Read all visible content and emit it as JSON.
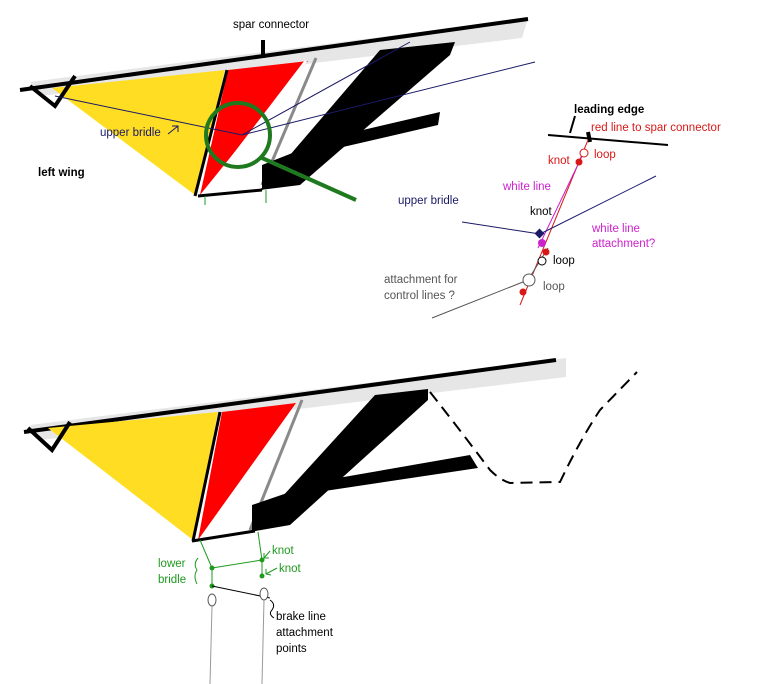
{
  "colors": {
    "yellow": "#ffdd22",
    "red": "#ff0000",
    "black": "#000000",
    "spar_grey": "#e6e6e6",
    "rod_grey": "#8a8a8a",
    "magnifier_green": "#1f7a1f",
    "label_red": "#d81818",
    "label_magenta": "#cc22cc",
    "label_navy": "#1a1a66",
    "label_grey": "#555555",
    "label_green": "#1f9a1f"
  },
  "top_view": {
    "spar_connector": "spar connector",
    "upper_bridle": "upper bridle",
    "left_wing": "left wing"
  },
  "detail": {
    "leading_edge": "leading edge",
    "red_line_to_spar_connector": "red line to spar connector",
    "knot_red": "knot",
    "loop_red": "loop",
    "white_line": "white line",
    "upper_bridle": "upper bridle",
    "knot_black": "knot",
    "white_line_attachment_1": "white line",
    "white_line_attachment_2": "attachment?",
    "loop_black": "loop",
    "attachment_control_1": "attachment for",
    "attachment_control_2": "control lines ?",
    "loop_grey": "loop"
  },
  "bottom_view": {
    "lower_bridle_1": "lower",
    "lower_bridle_2": "bridle",
    "knot_1": "knot",
    "knot_2": "knot",
    "brake_1": "brake line",
    "brake_2": "attachment",
    "brake_3": "points"
  }
}
